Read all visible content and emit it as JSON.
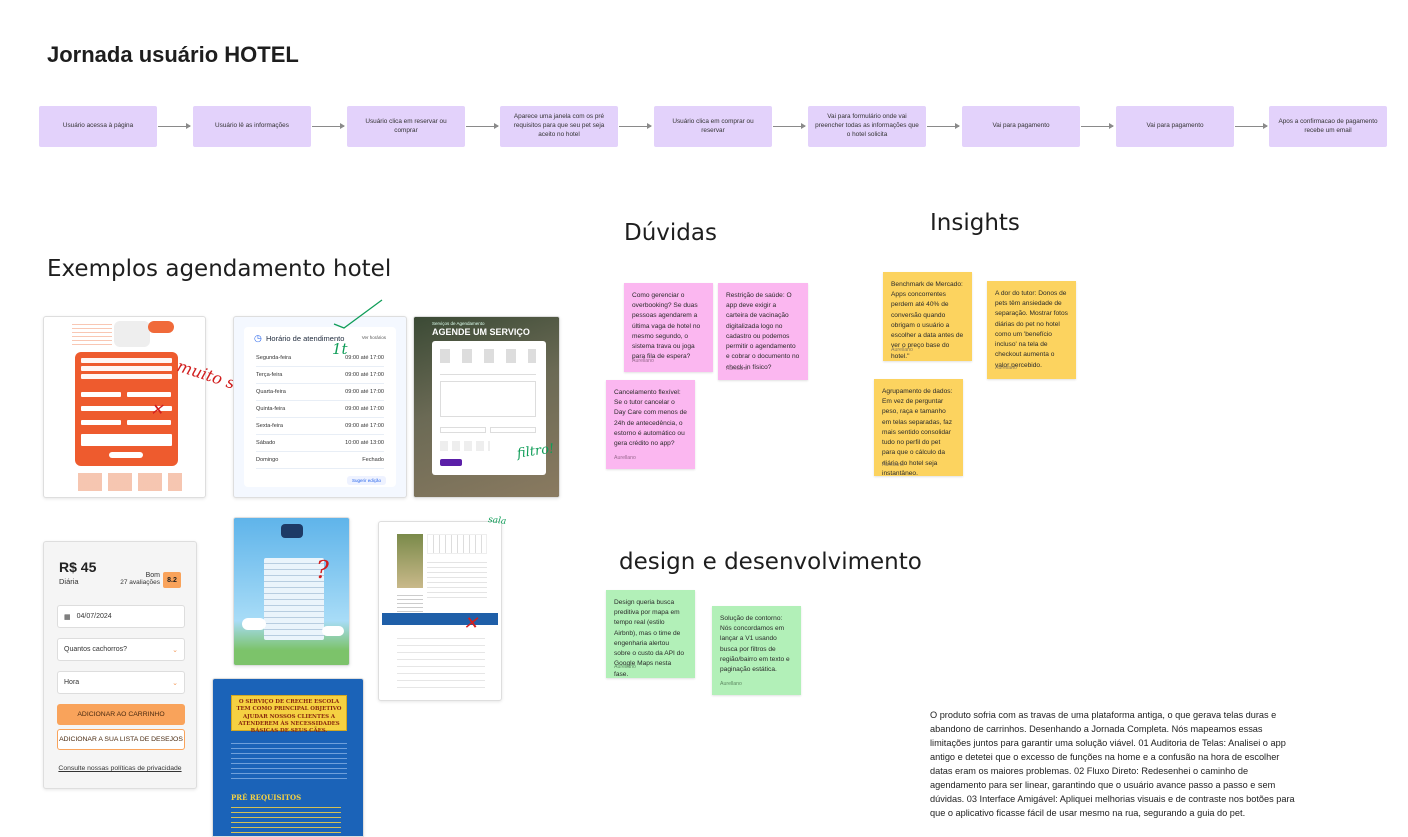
{
  "board": {
    "title": "Jornada usuário HOTEL",
    "journey_steps": [
      "Usuário acessa à página",
      "Usuário lê as informações",
      "Usuário clica em reservar ou comprar",
      "Aparece uma janela com os pré requisitos para que seu pet seja aceito no hotel",
      "Usuário clica em comprar ou reservar",
      "Vai para formulário onde vai preencher todas as informações que o hotel solicita",
      "Vai para pagamento",
      "Vai para pagamento",
      "Apos a confirmacao de pagamento recebe um email"
    ]
  },
  "sections": {
    "examples": "Exemplos agendamento hotel",
    "doubts": "Dúvidas",
    "insights": "Insights",
    "design": "design e desenvolvimento"
  },
  "doubts_notes": [
    {
      "text": "Como gerenciar o overbooking? Se duas pessoas agendarem a última vaga de hotel no mesmo segundo, o sistema trava ou joga para fila de espera?",
      "author": "Aurellano"
    },
    {
      "text": "Restrição de saúde: O app deve exigir a carteira de vacinação digitalizada logo no cadastro ou podemos permitir o agendamento e cobrar o documento no check-in físico?",
      "author": "Aurellano"
    },
    {
      "text": "Cancelamento flexível: Se o tutor cancelar o Day Care com menos de 24h de antecedência, o estorno é automático ou gera crédito no app?",
      "author": "Aurellano"
    }
  ],
  "insights_notes": [
    {
      "text": "Benchmark de Mercado: Apps concorrentes perdem até 40% de conversão quando obrigam o usuário a escolher a data antes de ver o preço base do hotel.\"",
      "author": "Aurellano"
    },
    {
      "text": "A dor do tutor: Donos de pets têm ansiedade de separação. Mostrar fotos diárias do pet no hotel como um 'benefício incluso' na tela de checkout aumenta o valor percebido.",
      "author": "Aurellano"
    },
    {
      "text": "Agrupamento de dados: Em vez de perguntar peso, raça e tamanho em telas separadas, faz mais sentido consolidar tudo no perfil do pet para que o cálculo da diária do hotel seja instantâneo.",
      "author": "Aurellano"
    }
  ],
  "design_notes": [
    {
      "text": "Design queria busca preditiva por mapa em tempo real (estilo Airbnb), mas o time de engenharia alertou sobre o custo da API do Google Maps nesta fase.",
      "author": "Aurellano"
    },
    {
      "text": "Solução de contorno: Nós concordamos em lançar a V1 usando busca por filtros de região/bairro em texto e paginação estática.",
      "author": "Aurellano"
    }
  ],
  "summary": "O produto sofria com as travas de uma plataforma antiga, o que gerava telas duras e abandono de carrinhos. Desenhando a Jornada Completa. Nós mapeamos essas limitações juntos para garantir uma solução viável. 01 Auditoria de Telas: Analisei o app antigo e detetei que o excesso de funções na home e a confusão na hora de escolher datas eram os maiores problemas. 02 Fluxo Direto: Redesenhei o caminho de agendamento para ser linear, garantindo que o usuário avance passo a passo e sem dúvidas. 03 Interface Amigável: Apliquei melhorias visuais e de contraste nos botões para que o aplicativo ficasse fácil de usar mesmo na rua, segurando a guia do pet.",
  "annotations": {
    "muito_st": "muito st",
    "one_t": "1t",
    "filtro": "filtro!",
    "sala": "sala"
  },
  "schedule_example": {
    "title": "Horário de atendimento",
    "link": "Ver horários",
    "rows": [
      {
        "day": "Segunda-feira",
        "hours": "09:00 até 17:00"
      },
      {
        "day": "Terça-feira",
        "hours": "09:00 até 17:00"
      },
      {
        "day": "Quarta-feira",
        "hours": "09:00 até 17:00"
      },
      {
        "day": "Quinta-feira",
        "hours": "09:00 até 17:00"
      },
      {
        "day": "Sexta-feira",
        "hours": "09:00 até 17:00"
      },
      {
        "day": "Sábado",
        "hours": "10:00 até 13:00"
      },
      {
        "day": "Domingo",
        "hours": "Fechado"
      }
    ],
    "cta": "Sugerir edição"
  },
  "service_example": {
    "kicker": "Serviços de Agendamento",
    "title": "AGENDE UM SERVIÇO"
  },
  "booking_card": {
    "price": "R$ 45",
    "price_unit": "Diária",
    "rating_label": "Bom",
    "reviews": "27 avaliações",
    "score": "8.2",
    "date": "04/07/2024",
    "dogs_placeholder": "Quantos cachorros?",
    "time_placeholder": "Hora",
    "add_to_cart": "ADICIONAR AO CARRINHO",
    "add_to_wishlist": "ADICIONAR A SUA LISTA DE DESEJOS",
    "policy_link": "Consulte nossas políticas de privacidade"
  },
  "care_example": {
    "headline": "O SERVIÇO DE CRECHE ESCOLA TEM COMO PRINCIPAL OBJETIVO AJUDAR NOSSOS CLIENTES A ATENDEREM ÀS NECESSIDADES BÁSICAS DE SEUS CÃES.",
    "requirements": "PRÉ REQUISITOS"
  },
  "colors": {
    "step": "#e3d2fb",
    "pink_note": "#fbb7f0",
    "yellow_note": "#fcd35f",
    "green_note": "#b2f0b8",
    "accent_orange": "#f9a35b"
  }
}
